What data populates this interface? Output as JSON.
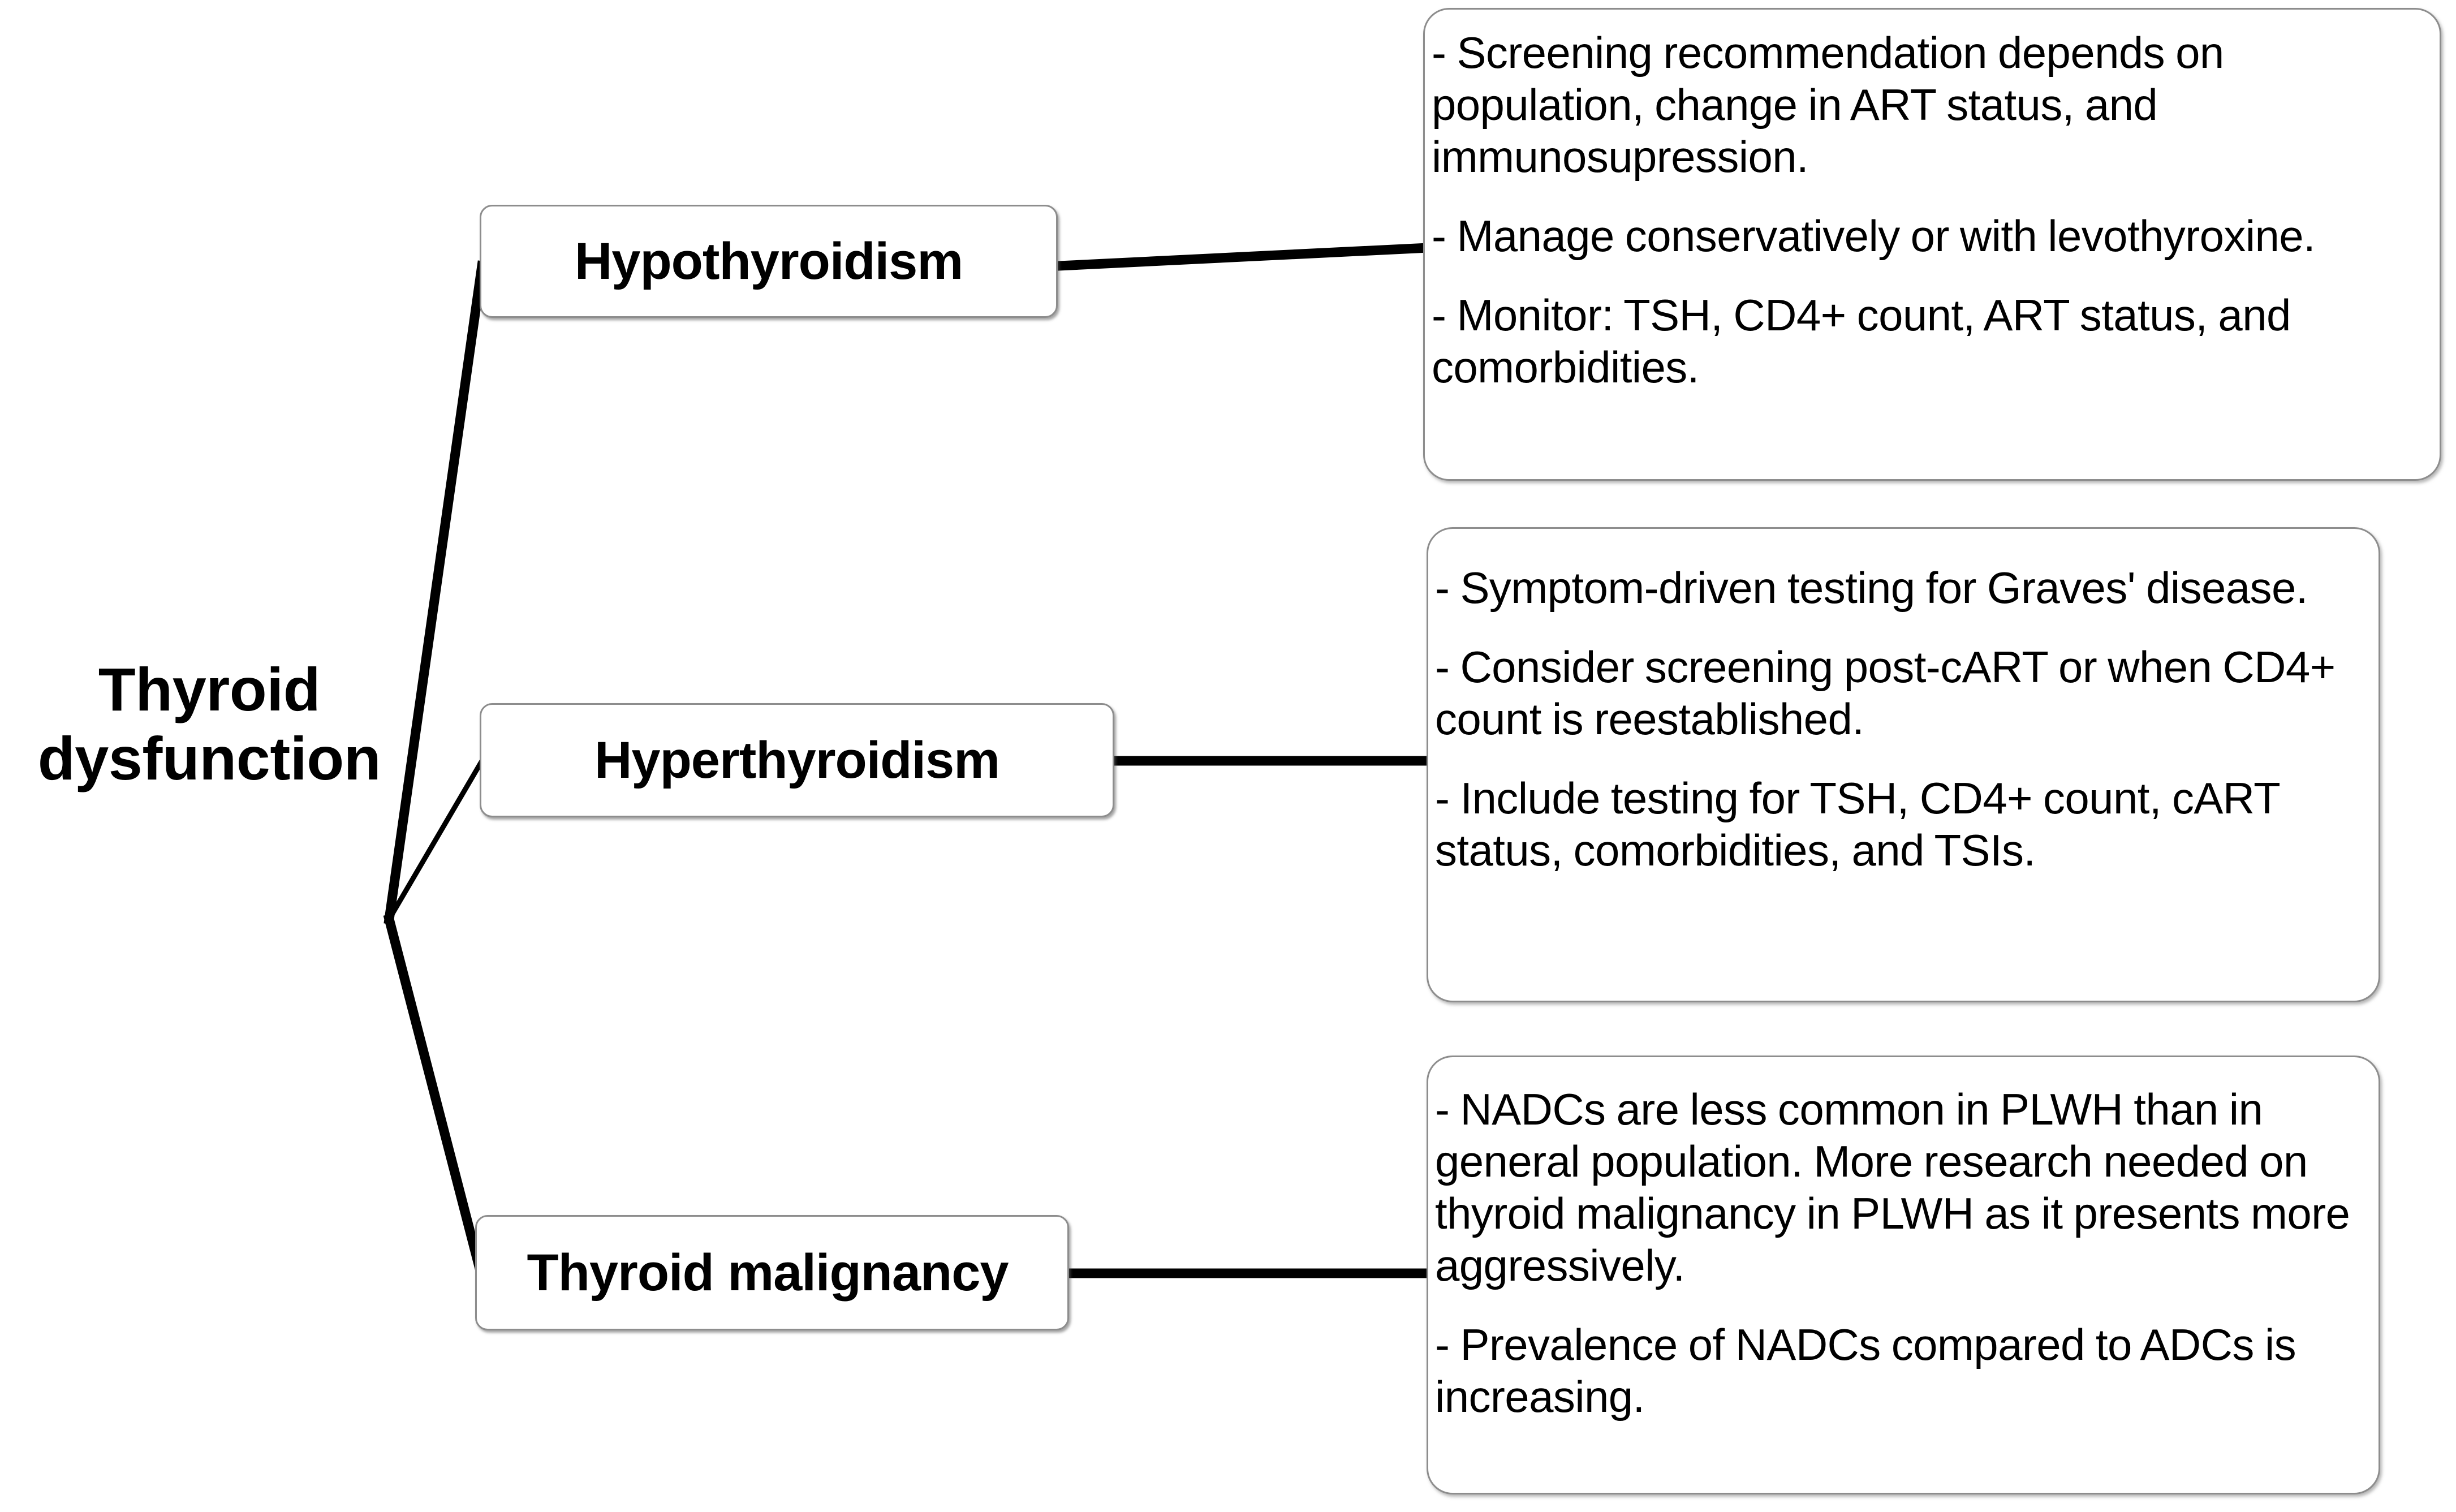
{
  "root": {
    "line1": "Thyroid",
    "line2": "dysfunction"
  },
  "nodes": [
    {
      "id": "hypothyroidism",
      "label": "Hypothyroidism"
    },
    {
      "id": "hyperthyroidism",
      "label": "Hyperthyroidism"
    },
    {
      "id": "thyroid-malignancy",
      "label": "Thyroid malignancy"
    }
  ],
  "details": {
    "hypothyroidism": {
      "paragraphs": [
        "-  Screening recommendation depends on population, change in ART status, and immunosupression.",
        "- Manage conservatively or with levothyroxine.",
        "- Monitor: TSH, CD4+ count, ART status, and comorbidities."
      ]
    },
    "hyperthyroidism": {
      "paragraphs": [
        "- Symptom-driven testing for Graves' disease.",
        "- Consider screening post-cART or when CD4+ count is reestablished.",
        "- Include testing for TSH, CD4+ count, cART status, comorbidities, and TSIs."
      ]
    },
    "thyroid_malignancy": {
      "paragraphs": [
        "- NADCs are less common in PLWH than in general population. More research needed on thyroid malignancy in PLWH as it presents more aggressively.",
        "- Prevalence of NADCs compared to ADCs is increasing."
      ]
    }
  },
  "colors": {
    "background": "#ffffff",
    "text": "#000000",
    "box_border": "#8d8d8d",
    "connector": "#000000"
  }
}
